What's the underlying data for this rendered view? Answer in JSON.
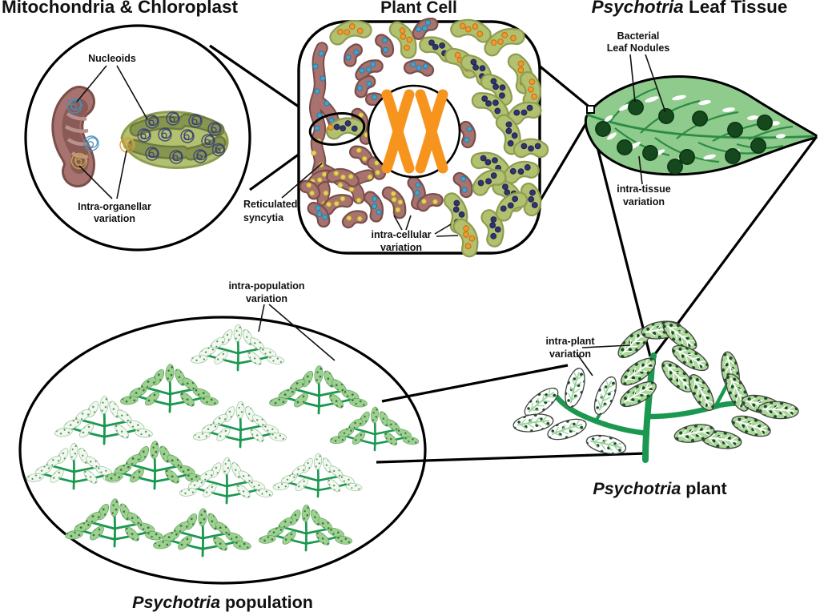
{
  "figure": {
    "titles": {
      "organelle": "Mitochondria & Chloroplast",
      "cell": "Plant Cell",
      "leaf_genus": "Psychotria",
      "leaf_rest": " Leaf Tissue"
    },
    "captions": {
      "plant_genus": "Psychotria",
      "plant_rest": " plant",
      "population_genus": "Psychotria",
      "population_rest": " population"
    },
    "labels": {
      "nucleoids": "Nucleoids",
      "intra_organellar": {
        "line1": "Intra-organellar",
        "line2": "variation"
      },
      "reticulated": {
        "line1": "Reticulated",
        "line2": "syncytia"
      },
      "intra_cellular": {
        "line1": "intra-cellular",
        "line2": "variation"
      },
      "bacterial_nodules": {
        "line1": "Bacterial",
        "line2": "Leaf Nodules"
      },
      "intra_tissue": {
        "line1": "intra-tissue",
        "line2": "variation"
      },
      "intra_plant": {
        "line1": "intra-plant",
        "line2": "variation"
      },
      "intra_population": {
        "line1": "intra-population",
        "line2": "variation"
      }
    },
    "colors": {
      "black": "#000000",
      "mito_fill": "#a8736f",
      "mito_outline": "#7a4e4b",
      "mito_inner": "#8a5a57",
      "mito_crista": "#b9918d",
      "chloro_fill": "#b2c170",
      "chloro_outline": "#8e9d50",
      "thylakoid": "#87964e",
      "thylakoid_dark": "#6d7c3e",
      "dot_blue": "#44a3cc",
      "dot_blue_ring": "#2b7ba0",
      "dot_yellow": "#e6d05f",
      "dot_yellow_ring": "#b29a33",
      "dot_navy": "#31356f",
      "dot_navy_ring": "#1d2050",
      "dot_orange": "#ee9a2e",
      "dot_orange_ring": "#c46f12",
      "nucleoid_blue": "#4a8fb9",
      "nucleoid_yellow": "#c9a84c",
      "nucleoid_navy": "#3b3f74",
      "nucleoid_orange": "#df9a37",
      "chromosome": "#f7941e",
      "leaf_fill": "#8fcb8d",
      "leaf_vein": "#2d8c44",
      "nodule": "#16481e",
      "stem": "#1b9850",
      "plant_leaf": "#aed79a",
      "plant_leaf_pale": "#fdfffd",
      "plant_dot": "#124d28",
      "mini_green": "#9ed08f",
      "mini_pale": "#f0f9ee",
      "mini_dot": "#2d7338",
      "mini_dot_pale": "#55895c"
    }
  }
}
